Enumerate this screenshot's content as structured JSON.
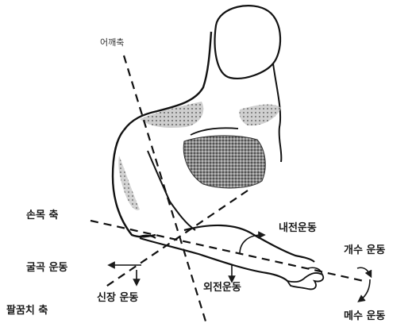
{
  "figure": {
    "axes": {
      "shoulder": "어깨축",
      "wrist": "손목 축",
      "elbow": "팔꿈치 축"
    },
    "movements": {
      "flexion": "굴곡 운동",
      "extension": "신장 운동",
      "internal_rotation": "내전운동",
      "external_rotation": "외전운동",
      "abduction": "개수 운동",
      "adduction": "메수 운동"
    },
    "colors": {
      "ink": "#1a1a1a",
      "background": "#ffffff"
    }
  }
}
